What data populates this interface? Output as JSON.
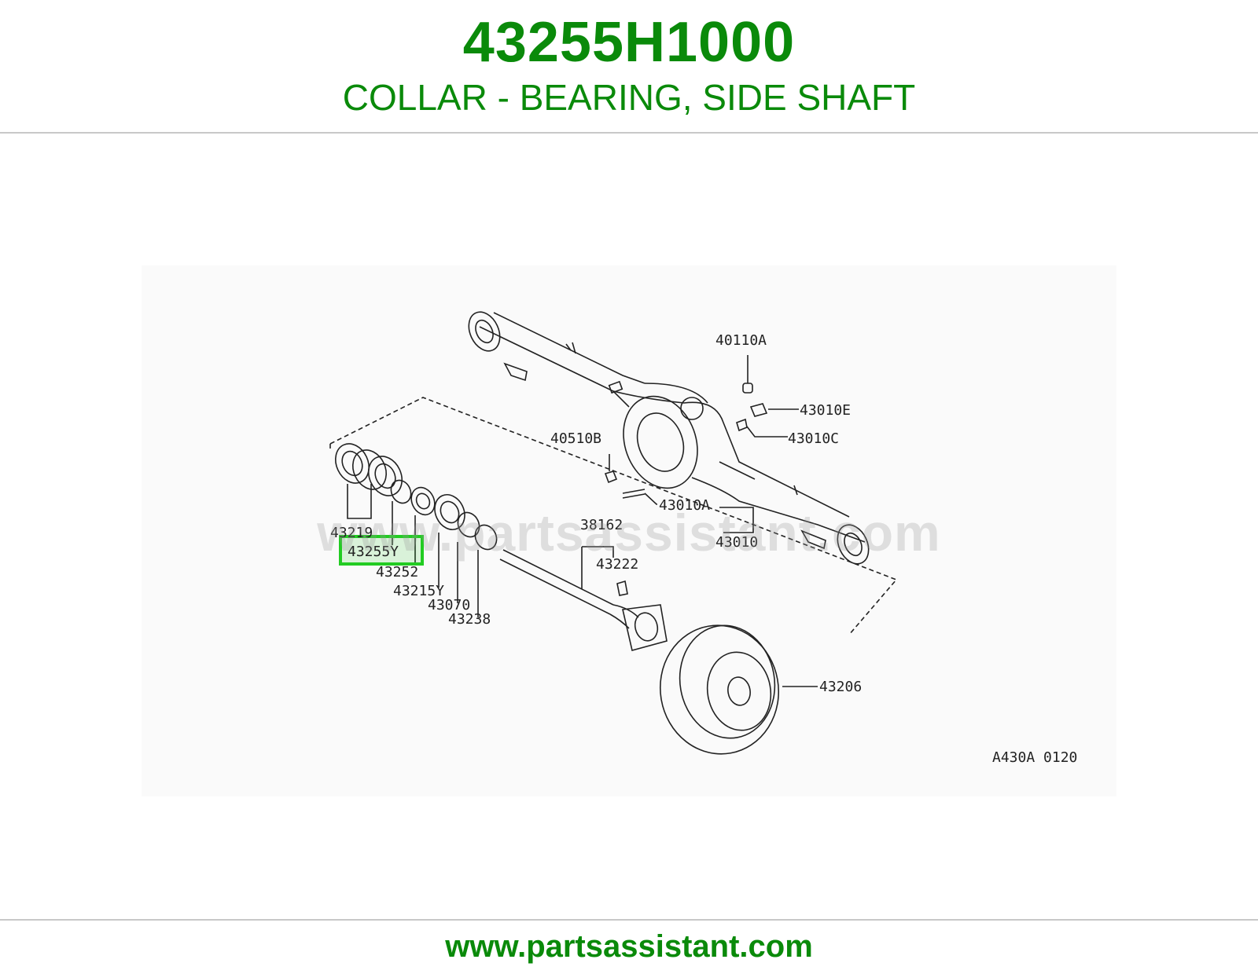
{
  "header": {
    "part_number": "43255H1000",
    "part_name": "COLLAR - BEARING, SIDE SHAFT"
  },
  "diagram": {
    "callouts": {
      "c40110A": "40110A",
      "c43010E": "43010E",
      "c43010C": "43010C",
      "c40510B": "40510B",
      "c43010A": "43010A",
      "c43010": "43010",
      "c43219": "43219",
      "c43255Y": "43255Y",
      "c43252": "43252",
      "c43215Y": "43215Y",
      "c43070": "43070",
      "c43238": "43238",
      "c38162": "38162",
      "c43222": "43222",
      "c43206": "43206"
    },
    "highlighted_callout": "43255Y",
    "drawing_code": "A430A 0120",
    "highlight_color": "#22cc22"
  },
  "watermark": "www.partsassistant.com",
  "footer": {
    "url": "www.partsassistant.com"
  },
  "colors": {
    "brand_green": "#0a8a0a",
    "rule": "#c8c8c8"
  }
}
